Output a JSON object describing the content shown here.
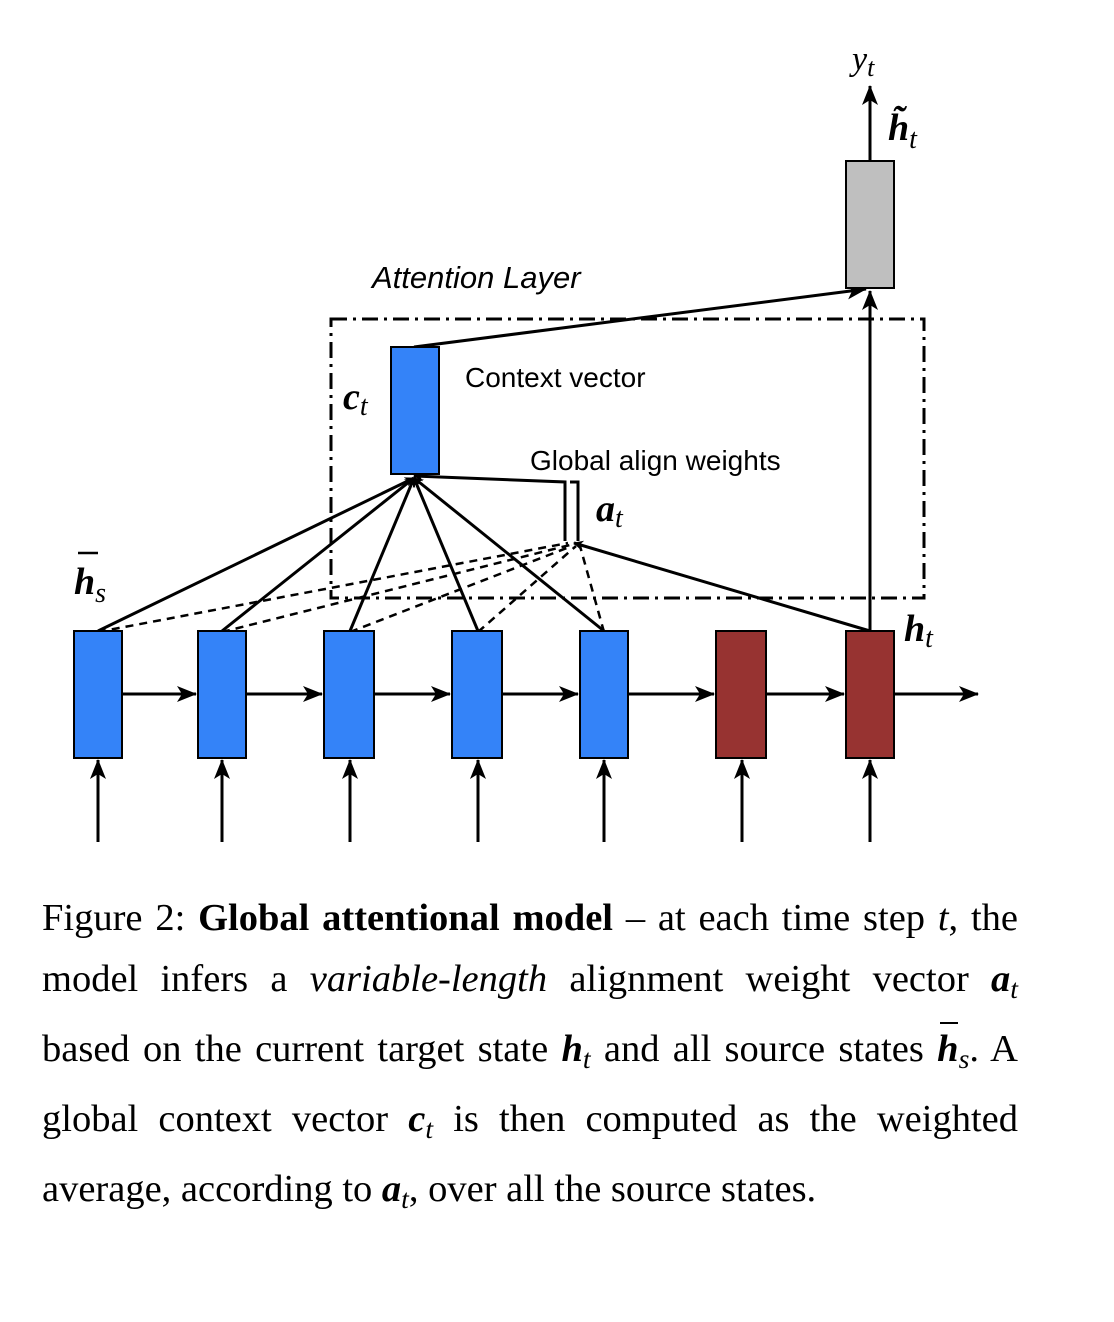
{
  "diagram": {
    "attention_layer_label": "Attention Layer",
    "context_vector_label": "Context vector",
    "global_align_label": "Global align weights",
    "ct_symbol": "c",
    "at_symbol": "a",
    "hs_symbol": "h",
    "ht_symbol": "h",
    "ht_tilde_symbol": "h̃",
    "yt_symbol": "y",
    "sub_t": "t",
    "sub_s": "s",
    "colors": {
      "source_state": "#3483F8",
      "target_state": "#973331",
      "attentional_state": "#BFBFBF",
      "stroke": "#000000"
    }
  },
  "caption": {
    "figure_label": "Figure 2:",
    "title": "Global attentional model",
    "text_1": "– at each time step ",
    "var_t": "t",
    "text_2": ", the model infers a ",
    "variable_length": "variable-length",
    "text_3": " alignment weight vector ",
    "text_4": " based on the current target state ",
    "text_5": " and all source states ",
    "text_6": ". A global context vector ",
    "text_7": " is then computed as the weighted average, according to ",
    "text_8": ", over all the source states."
  }
}
